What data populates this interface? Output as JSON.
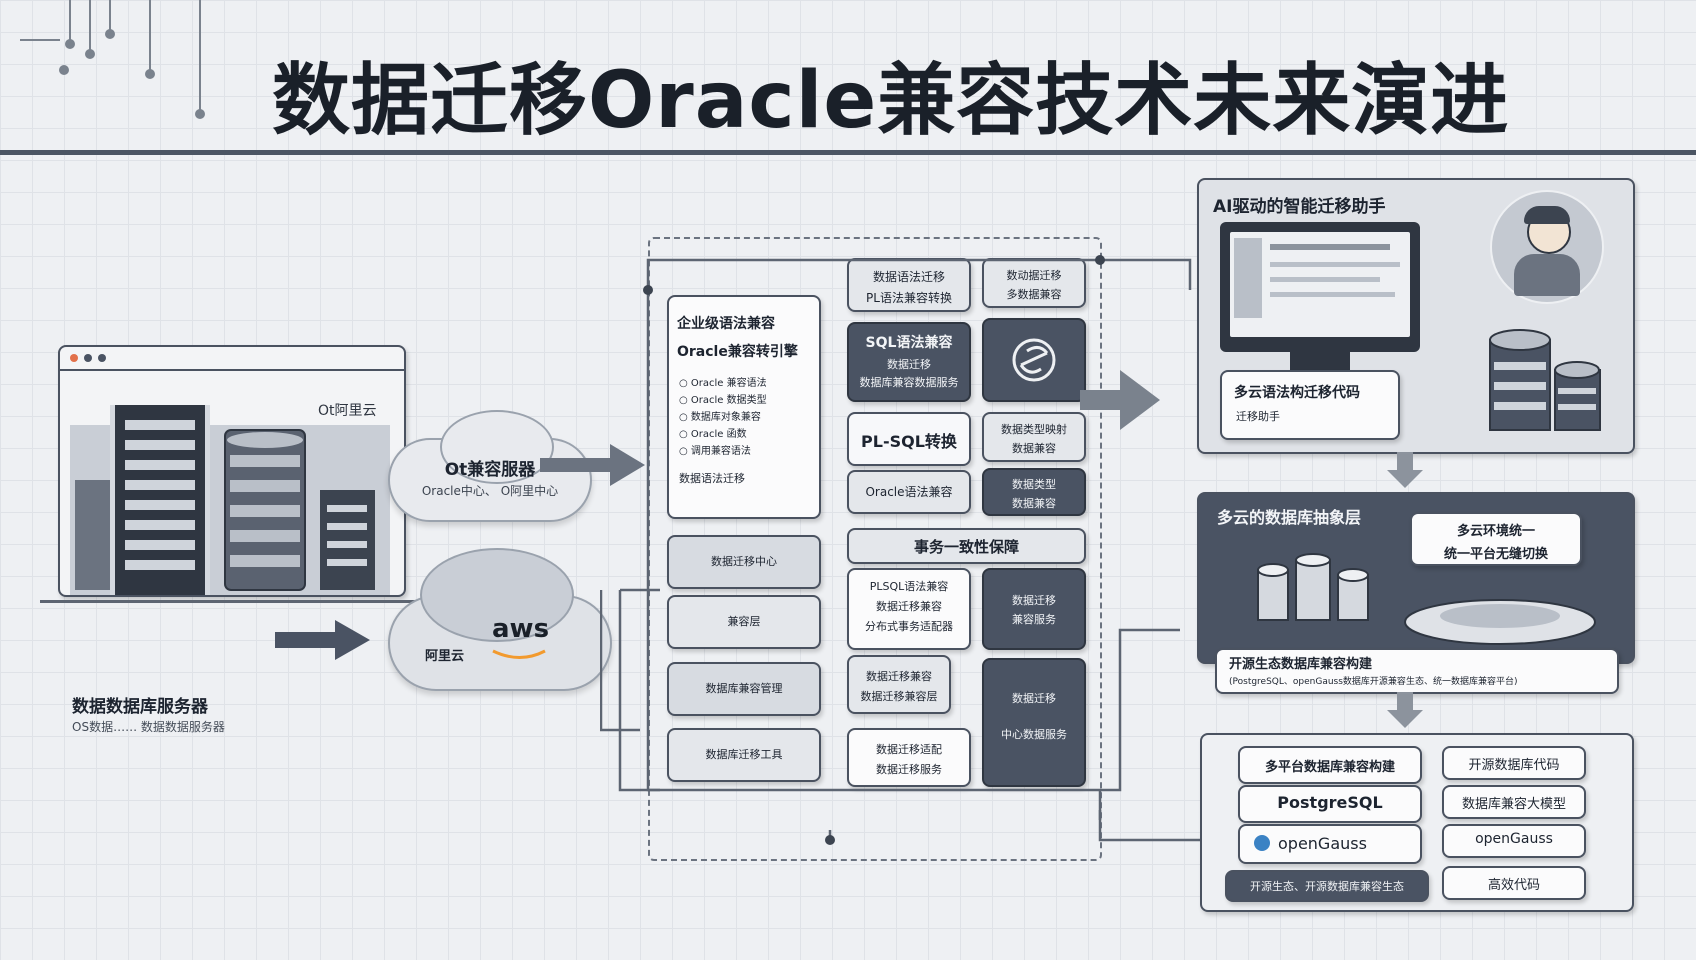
{
  "title": "数据迁移Oracle兼容技术未来演进",
  "left": {
    "vendor_badge": "Ot阿里云",
    "server_caption": "数据数据库服务器",
    "server_sub": "OS数据…… 数据数据服务器",
    "cloud1_title": "Ot兼容服器",
    "cloud1_sub": "Oracle中心、 O阿里中心",
    "cloud2_left": "阿里云",
    "cloud2_aws": "aws"
  },
  "center": {
    "engine_title1": "企业级语法兼容",
    "engine_title2": "Oracle兼容转引擎",
    "engine_items": [
      "Oracle 兼容语法",
      "Oracle 数据类型",
      "数据库对象兼容",
      "Oracle 函数",
      "调用兼容语法"
    ],
    "engine_footer": "数据语法迁移",
    "left_stack": [
      "数据迁移中心",
      "兼容层",
      "数据库兼容管理",
      "数据库迁移工具"
    ],
    "mid_top": [
      "数据语法迁移",
      "PL语法兼容转换"
    ],
    "sql_box": [
      "SQL语法兼容",
      "数据迁移",
      "数据库兼容数据服务"
    ],
    "plsql": "PL-SQL转换",
    "oracle_syntax": "Oracle语法兼容",
    "right_top": [
      "数动据迁移",
      "多数据兼容"
    ],
    "right_mid": [
      "数据类型映射",
      "数据兼容"
    ],
    "right_lower": [
      "数据类型",
      "数据兼容"
    ],
    "txn_title": "事务一致性保障",
    "txn_items": [
      "PLSQL语法兼容",
      "数据迁移兼容",
      "分布式事务适配器"
    ],
    "bottom_a": [
      "数据迁移兼容",
      "数据迁移兼容层"
    ],
    "bottom_b": [
      "数据迁移适配",
      "数据迁移服务"
    ],
    "dark_right_a": [
      "数据迁移",
      "兼容服务"
    ],
    "dark_right_b": [
      "数据迁移",
      "中心数据服务"
    ]
  },
  "right": {
    "ai_title": "AI驱动的智能迁移助手",
    "ai_caption1": "多云语法构迁移代码",
    "ai_caption2": "迁移助手",
    "multi_title": "多云的数据库抽象层",
    "multi_bubble1": "多云环境统一",
    "multi_bubble2": "统一平台无缝切换",
    "oss_title": "开源生态数据库兼容构建",
    "oss_sub": "(PostgreSQL、openGauss数据库开源兼容生态、统一数据库兼容平台)",
    "eco_title": "多平台数据库兼容构建",
    "eco_items": [
      "PostgreSQL",
      "openGauss"
    ],
    "eco_right": [
      "开源数据库代码",
      "数据库兼容大模型",
      "openGauss",
      "高效代码"
    ],
    "eco_footer": "开源生态、开源数据库兼容生态"
  },
  "colors": {
    "dark_panel": "#4a5363",
    "line": "#5d6572",
    "accent_orange": "#f29a2e",
    "accent_blue": "#3b82c4"
  }
}
